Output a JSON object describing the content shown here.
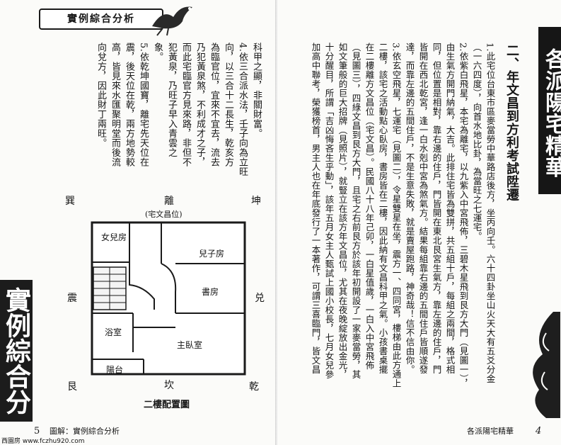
{
  "left_page": {
    "header": "實例綜合分析",
    "sidebar_banner": "實例綜合分析",
    "columns": [
      "科甲之顯，非關財富。",
      "4.依三合派水法，壬子向為立旺",
      "向，以三合十二長生，乾亥方",
      "為臨官位，宜來不宜去，流去",
      "乃犯黃泉煞，不利成才之子，",
      "而此宅臨官方見來路，非但不",
      "犯黃泉，乃旺子早入青雲之",
      "象。",
      "5.依乾坤國寶，離宅先天位在",
      "震，後天位在乾，兩方地勢較",
      "高，皆見來水匯聚明堂而後流",
      "向兌方，因此財丁兩旺。"
    ],
    "plan": {
      "title": "(宅文昌位)",
      "caption": "二樓配置圖",
      "directions": {
        "top_left": "巽",
        "top_center": "離",
        "top_right": "坤",
        "mid_left": "震",
        "mid_right": "兑",
        "bottom_left": "艮",
        "bottom_center": "坎",
        "bottom_right": "乾"
      },
      "rooms": {
        "daughter": "女兒房",
        "son": "兒子房",
        "study": "書房",
        "bath": "浴室",
        "master": "主臥室",
        "balcony": "陽台"
      }
    },
    "footer_page_number": "5",
    "footer_title": "圖解：實例綜合分析",
    "watermark": "西園房 www.fczhu920.com"
  },
  "right_page": {
    "header_banner": "各派陽宅精華",
    "section_title": "二、年文昌到方利考試陞遷",
    "columns": [
      "1.此宅位台東市區麥當勞中華路店後方，坐丙向壬。六十四卦坐山火天大有五爻分金",
      "（一六四度），向首水地比卦，為當旺之七運宅。",
      "2.依紫白飛星，本宅為離宅，以九紫入中宮飛佈，三碧木星飛到艮方大門（見圖一），",
      "由生氣方開門納氣，大吉。此排住宅皆為雙拼，共五組十戶，每組之兩間，格式相",
      "同，但位置是相對，靠右邊的住戶，門皆開在東北艮宮生氣方，靠左邊的住戶，門",
      "皆開在西北乾宮，逢一白水剋中宮為煞氣方。結果每組靠右邊的五間住戶皆順遂發",
      "達，而靠左邊的五間住戶，不是生意失敗，就是賣屋跑路，神奇哉！信不信由你。",
      "3.依玄空飛星，七運宅（見圖二），令星雙星在坐，震方一、四同宮，樓梯由此方通上",
      "二樓，該宅之活動點心臥房，書房皆在二樓，因此納有文昌科甲之氣。小孩書桌擺",
      "在二樓離方文昌位（宅文昌）。民國八十八年己卯，一白星值歲，一白入中宮飛佈",
      "（見圖三），四綠文昌到艮方大門，且宅之右前艮方於該年初開設了一家麥當勞，其",
      "如文筆般的巨大招牌（見照片），就豎立在該方年文昌位，尤其在夜晚綻放出金光，",
      "十分醒目，所謂「吉凶悔吝生乎動」，該年五月女主人甄試上國小校長，七月女兒參",
      "加高中聯考，榮獲榜首，男主人也在年底發行了一本著作，可謂三喜臨門，皆文昌"
    ],
    "footer_title": "各派陽宅精華",
    "footer_page_number": "4"
  }
}
